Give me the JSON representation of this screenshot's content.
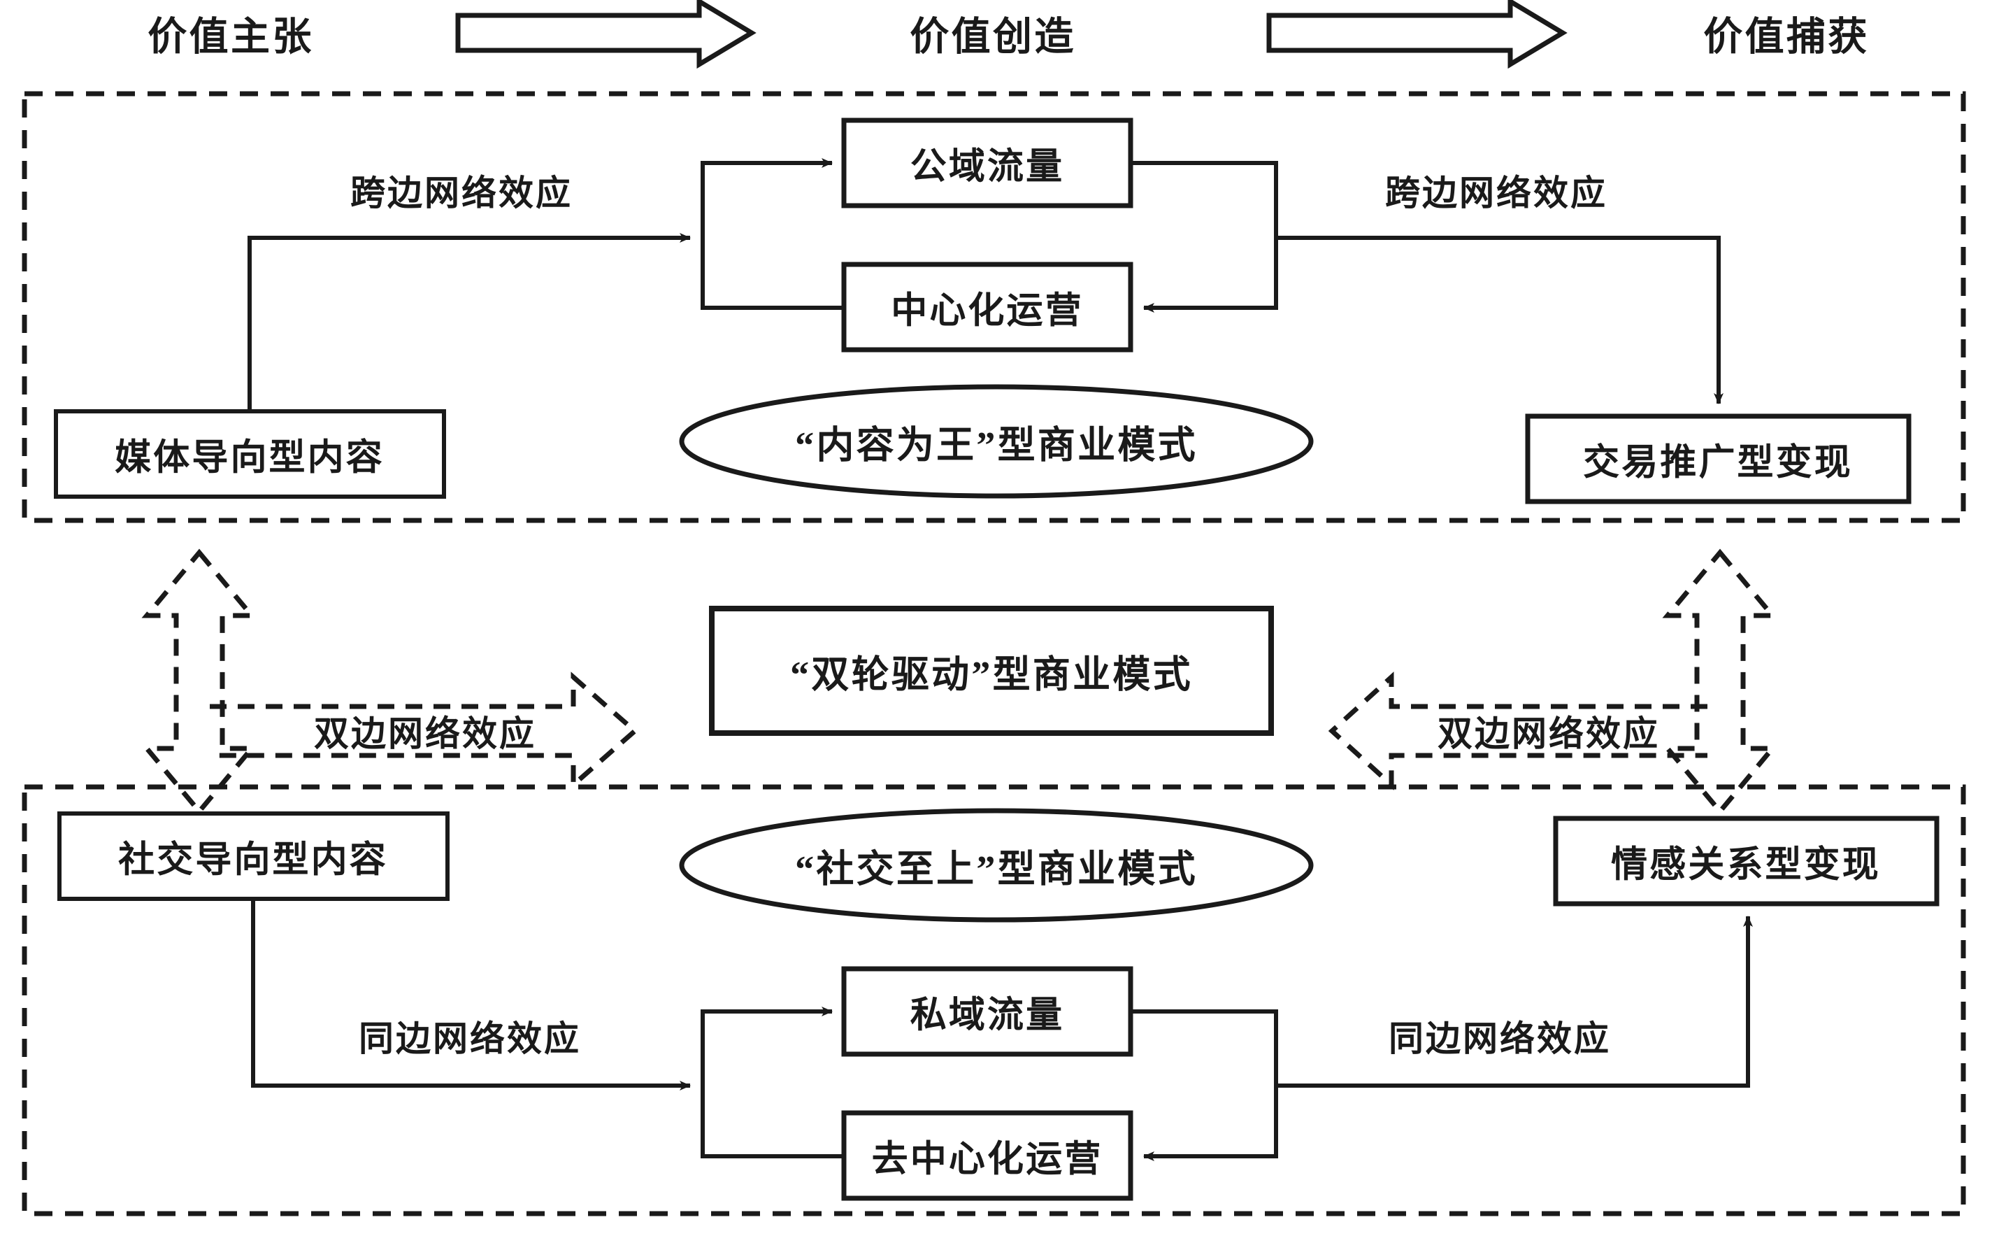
{
  "header": {
    "left": "价值主张",
    "middle": "价值创造",
    "right": "价值捕获",
    "arrow_1": "block-arrow-right-icon",
    "arrow_2": "block-arrow-right-icon"
  },
  "colors": {
    "stroke": "#1a1a1a",
    "background": "#ffffff",
    "text": "#1a1a1a"
  },
  "top_panel": {
    "name": "media-oriented-panel",
    "border": "dashed",
    "content_box": "媒体导向型内容",
    "flow_box_upper": "公域流量",
    "flow_box_lower": "中心化运营",
    "monetization_box": "交易推广型变现",
    "ellipse_label": "“内容为王”型商业模式",
    "edge_label_left": "跨边网络效应",
    "edge_label_right": "跨边网络效应"
  },
  "middle_band": {
    "center_box": "“双轮驱动”型商业模式",
    "left_h_arrow_label": "双边网络效应",
    "right_h_arrow_label": "双边网络效应",
    "left_v_arrow": "dashed-double-arrow-vertical-icon",
    "right_v_arrow": "dashed-double-arrow-vertical-icon",
    "left_h_arrow": "dashed-arrow-right-icon",
    "right_h_arrow": "dashed-arrow-left-icon"
  },
  "bottom_panel": {
    "name": "social-oriented-panel",
    "border": "dashed",
    "content_box": "社交导向型内容",
    "flow_box_upper": "私域流量",
    "flow_box_lower": "去中心化运营",
    "monetization_box": "情感关系型变现",
    "ellipse_label": "“社交至上”型商业模式",
    "edge_label_left": "同边网络效应",
    "edge_label_right": "同边网络效应"
  }
}
